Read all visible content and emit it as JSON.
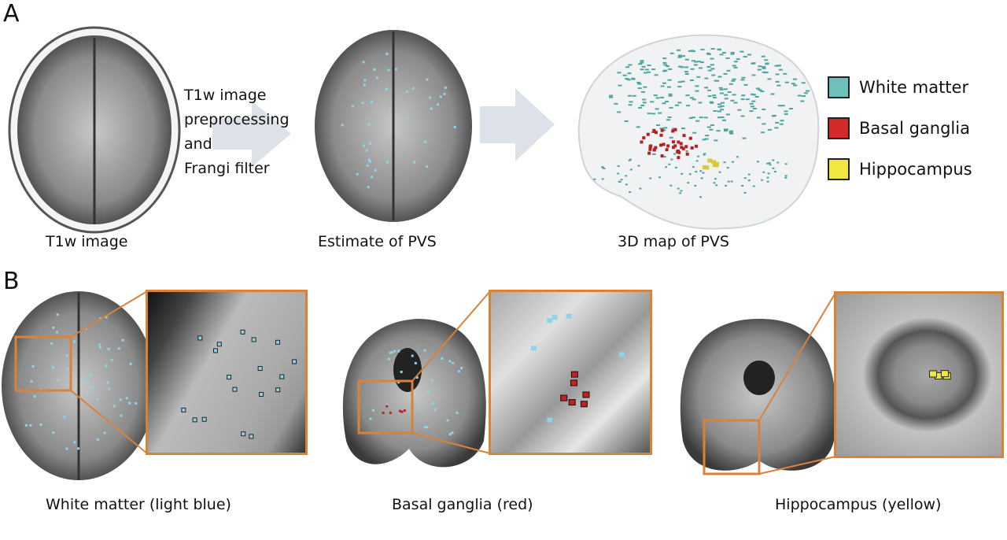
{
  "panel_a": {
    "letter": "A",
    "t1w_caption": "T1w image",
    "process_lines": [
      "T1w image",
      "preprocessing",
      "and",
      "Frangi filter"
    ],
    "estimate_caption": "Estimate of PVS",
    "map_caption": "3D map of PVS",
    "legend": [
      {
        "label": "White matter",
        "color": "#6fc0b8"
      },
      {
        "label": "Basal ganglia",
        "color": "#d42a2a"
      },
      {
        "label": "Hippocampus",
        "color": "#f2e640"
      }
    ]
  },
  "panel_b": {
    "letter": "B",
    "captions": [
      "White matter (light blue)",
      "Basal ganglia (red)",
      "Hippocampus (yellow)"
    ]
  },
  "colors": {
    "highlight_box": "#d9823a",
    "arrow": "#dde2e8",
    "pvs_light_blue": "#8fd3e8"
  }
}
